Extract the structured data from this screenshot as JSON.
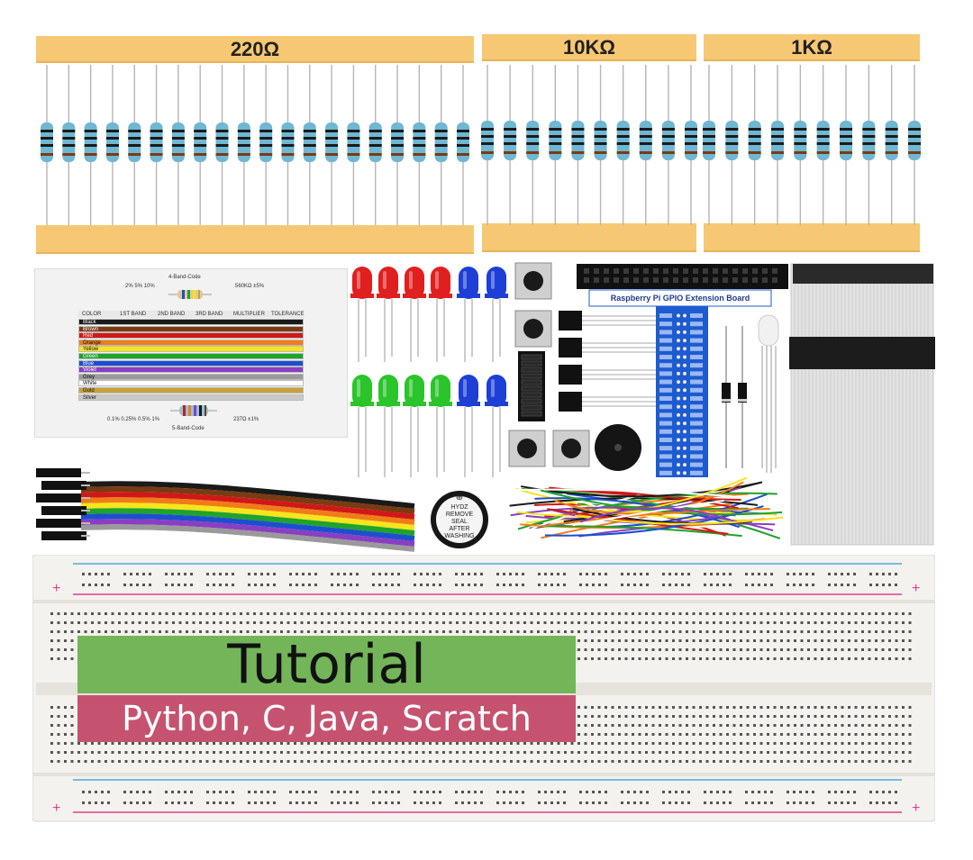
{
  "resistors": {
    "groups": [
      {
        "label": "220Ω",
        "count": 20
      },
      {
        "label": "10KΩ",
        "count": 10
      },
      {
        "label": "1KΩ",
        "count": 10
      }
    ]
  },
  "color_code_card": {
    "top_title": "4-Band-Code",
    "bottom_title": "5-Band-Code",
    "top_left_value": "2% 5% 10%",
    "top_right_value": "560KΩ ±5%",
    "headers": [
      "COLOR",
      "1ST BAND",
      "2ND BAND",
      "3RD BAND",
      "MULTIPLIER",
      "TOLERANCE"
    ],
    "rows": [
      {
        "color": "Black",
        "hex": "#1a1a1a",
        "text": "#ffffff"
      },
      {
        "color": "Brown",
        "hex": "#7a3b12",
        "text": "#ffffff"
      },
      {
        "color": "Red",
        "hex": "#d01818",
        "text": "#ffffff"
      },
      {
        "color": "Orange",
        "hex": "#f07c18",
        "text": "#111111"
      },
      {
        "color": "Yellow",
        "hex": "#f6e51c",
        "text": "#111111"
      },
      {
        "color": "Green",
        "hex": "#1fa32a",
        "text": "#ffffff"
      },
      {
        "color": "Blue",
        "hex": "#1c4fd0",
        "text": "#ffffff"
      },
      {
        "color": "Violet",
        "hex": "#8a3fc2",
        "text": "#ffffff"
      },
      {
        "color": "Grey",
        "hex": "#9a9a9a",
        "text": "#111111"
      },
      {
        "color": "White",
        "hex": "#ffffff",
        "text": "#111111"
      },
      {
        "color": "Gold",
        "hex": "#c9a13a",
        "text": "#111111"
      },
      {
        "color": "Silver",
        "hex": "#c8c8c8",
        "text": "#111111"
      }
    ],
    "bottom_left_value": "0.1% 0.25% 0.5% 1%",
    "bottom_right_value": "237Ω ±1%"
  },
  "gpio_board": {
    "title": "Raspberry Pi GPIO Extension Board"
  },
  "buzzer": {
    "label": "HYDZ REMOVE SEAL AFTER WASHING"
  },
  "overlay": {
    "tutorial": "Tutorial",
    "languages": "Python, C, Java, Scratch"
  },
  "colors": {
    "tape": "#f7c873",
    "resistor_body": "#6fb7d3",
    "tutorial_bg": "#74b55a",
    "languages_bg": "#c5536f",
    "breadboard": "#f4f2ee",
    "rail_red": "#e23c8c",
    "rail_blue": "#4aa9e0",
    "gpio_blue": "#1d5bd0"
  }
}
